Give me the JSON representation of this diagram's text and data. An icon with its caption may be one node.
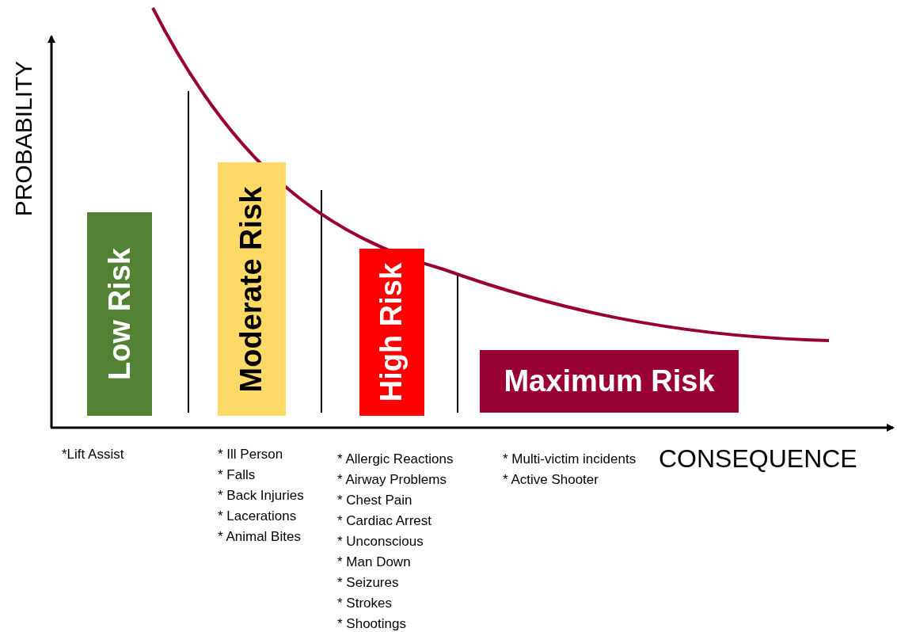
{
  "diagram": {
    "nodes": [
      {
        "text": [
          "Low Risk"
        ]
      },
      {
        "text": [
          "Moderate Risk"
        ]
      },
      {
        "text": [
          "High Risk"
        ]
      },
      {
        "text": [
          "Maximum Risk"
        ]
      }
    ],
    "labels": [
      "PROBABILITY",
      "*Lift Assist",
      "* Ill Person",
      "* Falls",
      "* Back Injuries",
      "* Lacerations",
      "* Animal Bites",
      "* Allergic Reactions",
      "* Airway Problems",
      "* Chest Pain",
      "* Cardiac Arrest",
      "* Unconscious",
      "* Man Down",
      "* Seizures",
      "* Strokes",
      "* Shootings",
      "* Multi-victim incidents",
      "* Active Shooter",
      "CONSEQUENCE"
    ]
  }
}
